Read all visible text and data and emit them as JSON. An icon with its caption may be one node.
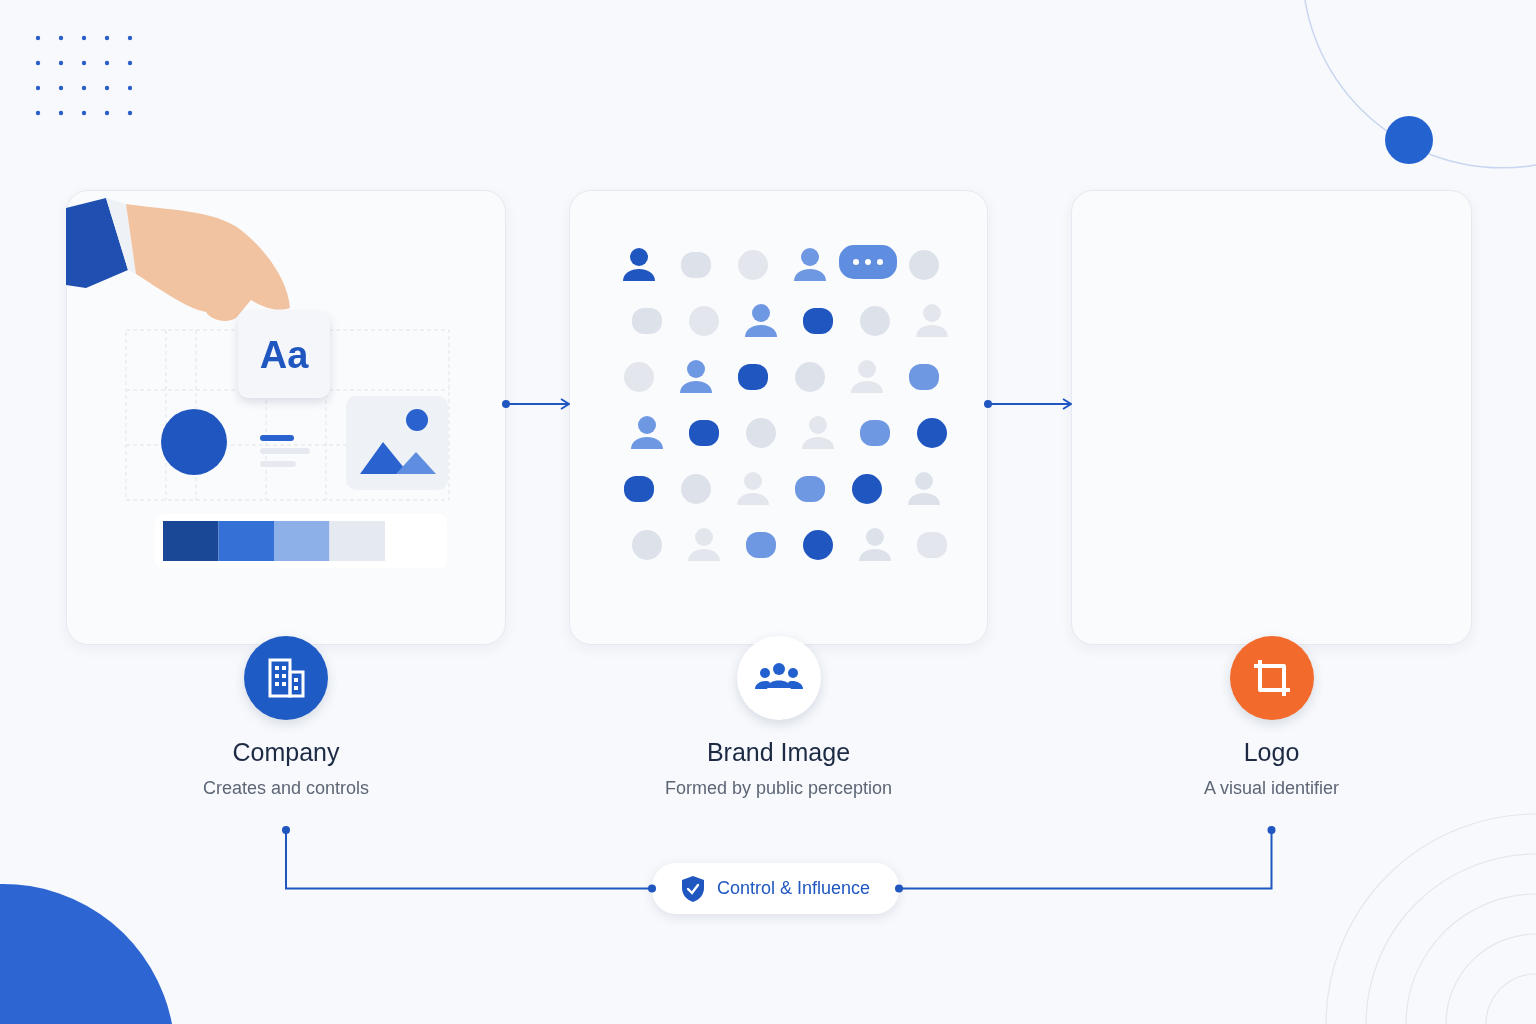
{
  "diagram": {
    "nodes": [
      {
        "text": [
          "Company",
          "Creates and controls"
        ]
      },
      {
        "text": [
          "Aa"
        ],
        "in": 0
      },
      {
        "text": [
          "Brand Image",
          "Formed by public perception"
        ]
      },
      {
        "text": [
          "Logo",
          "A visual identifier"
        ]
      },
      {
        "text": [
          "Control & Influence"
        ]
      }
    ],
    "edges": [
      {
        "from": 0,
        "to": 2,
        "arrow": "to"
      },
      {
        "from": 2,
        "to": 3,
        "arrow": "to"
      },
      {
        "from": 0,
        "to": 4,
        "arrow": "other"
      },
      {
        "from": 4,
        "to": 3,
        "arrow": "other"
      }
    ]
  }
}
